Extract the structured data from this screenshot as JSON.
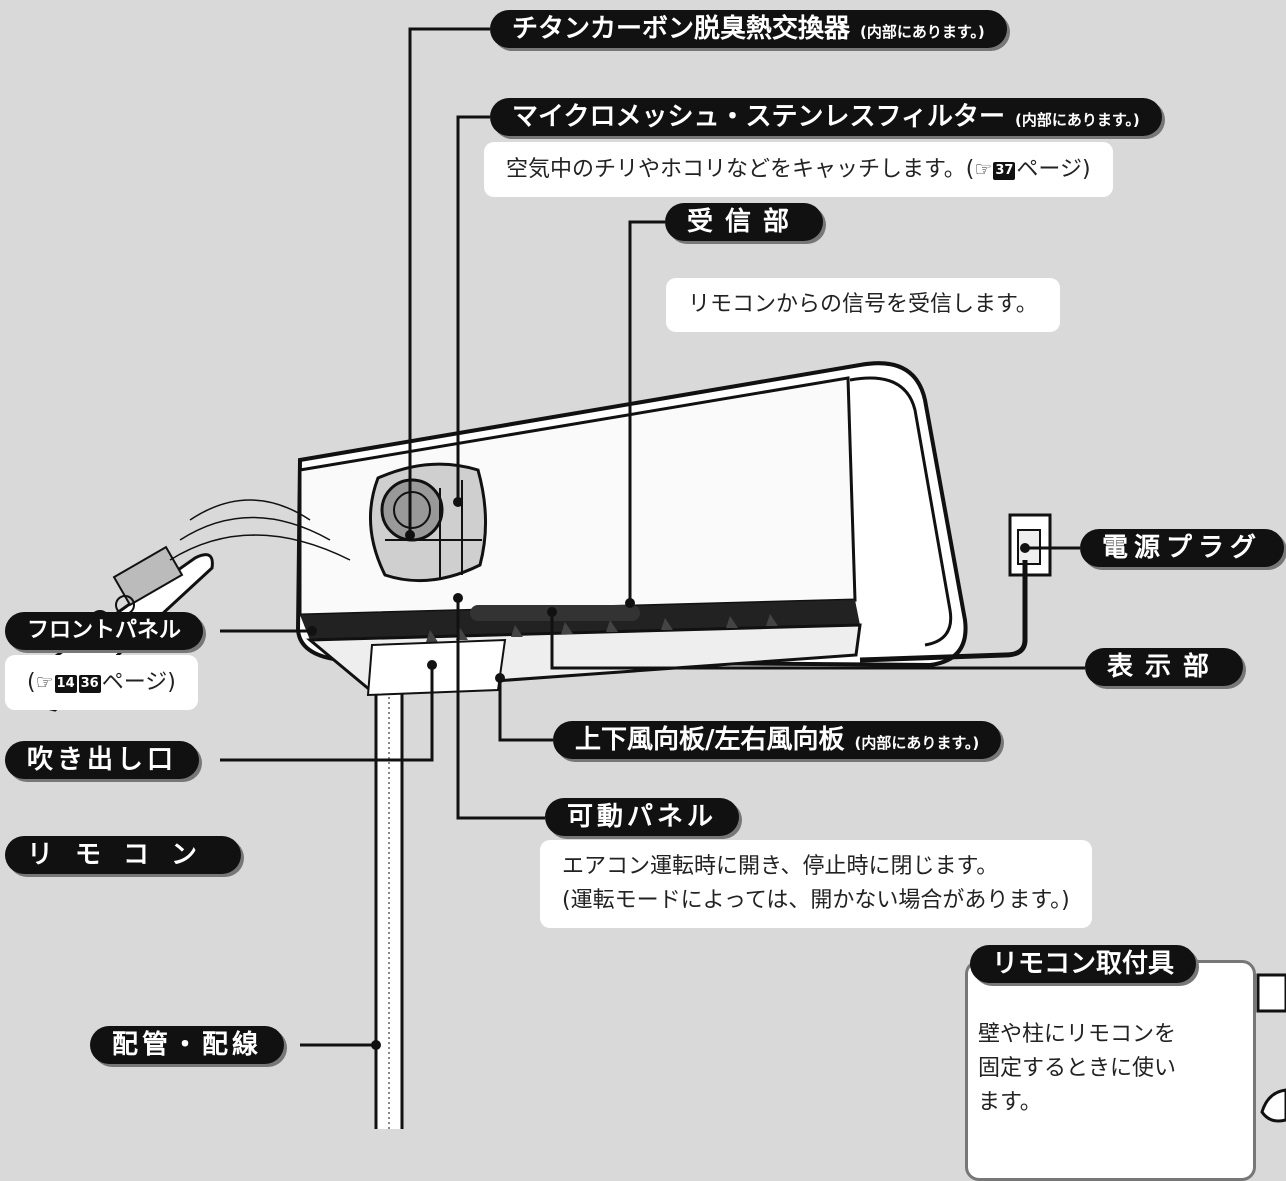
{
  "labels": {
    "titanium": {
      "title": "チタンカーボン脱臭熱交換器",
      "note": "(内部にあります。)"
    },
    "mesh": {
      "title": "マイクロメッシュ・ステンレスフィルター",
      "note": "(内部にあります。)",
      "desc_pre": "空気中のチリやホコリなどをキャッチします。(",
      "ref": "37",
      "desc_post": "ページ)"
    },
    "receiver": {
      "title": "受信部",
      "desc": "リモコンからの信号を受信します。"
    },
    "plug": {
      "title": "電源プラグ"
    },
    "front_panel": {
      "title": "フロントパネル",
      "desc_pre": "(",
      "ref1": "14",
      "ref2": "36",
      "desc_post": "ページ)"
    },
    "display": {
      "title": "表示部"
    },
    "louver": {
      "title": "上下風向板/左右風向板",
      "note": "(内部にあります。)"
    },
    "outlet": {
      "title": "吹き出し口"
    },
    "movable_panel": {
      "title": "可動パネル",
      "desc_line1": "エアコン運転時に開き、停止時に閉じます。",
      "desc_line2": "(運転モードによっては、開かない場合があります。)"
    },
    "remote": {
      "title": "リモコン"
    },
    "holder": {
      "title": "リモコン取付具",
      "desc_line1": "壁や柱にリモコンを",
      "desc_line2": "固定するときに使い",
      "desc_line3": "ます。"
    },
    "piping": {
      "title": "配管・配線"
    }
  },
  "pointer_symbol": "☞",
  "colors": {
    "background": "#d9d9d9",
    "label": "#111111",
    "box": "#ffffff"
  }
}
